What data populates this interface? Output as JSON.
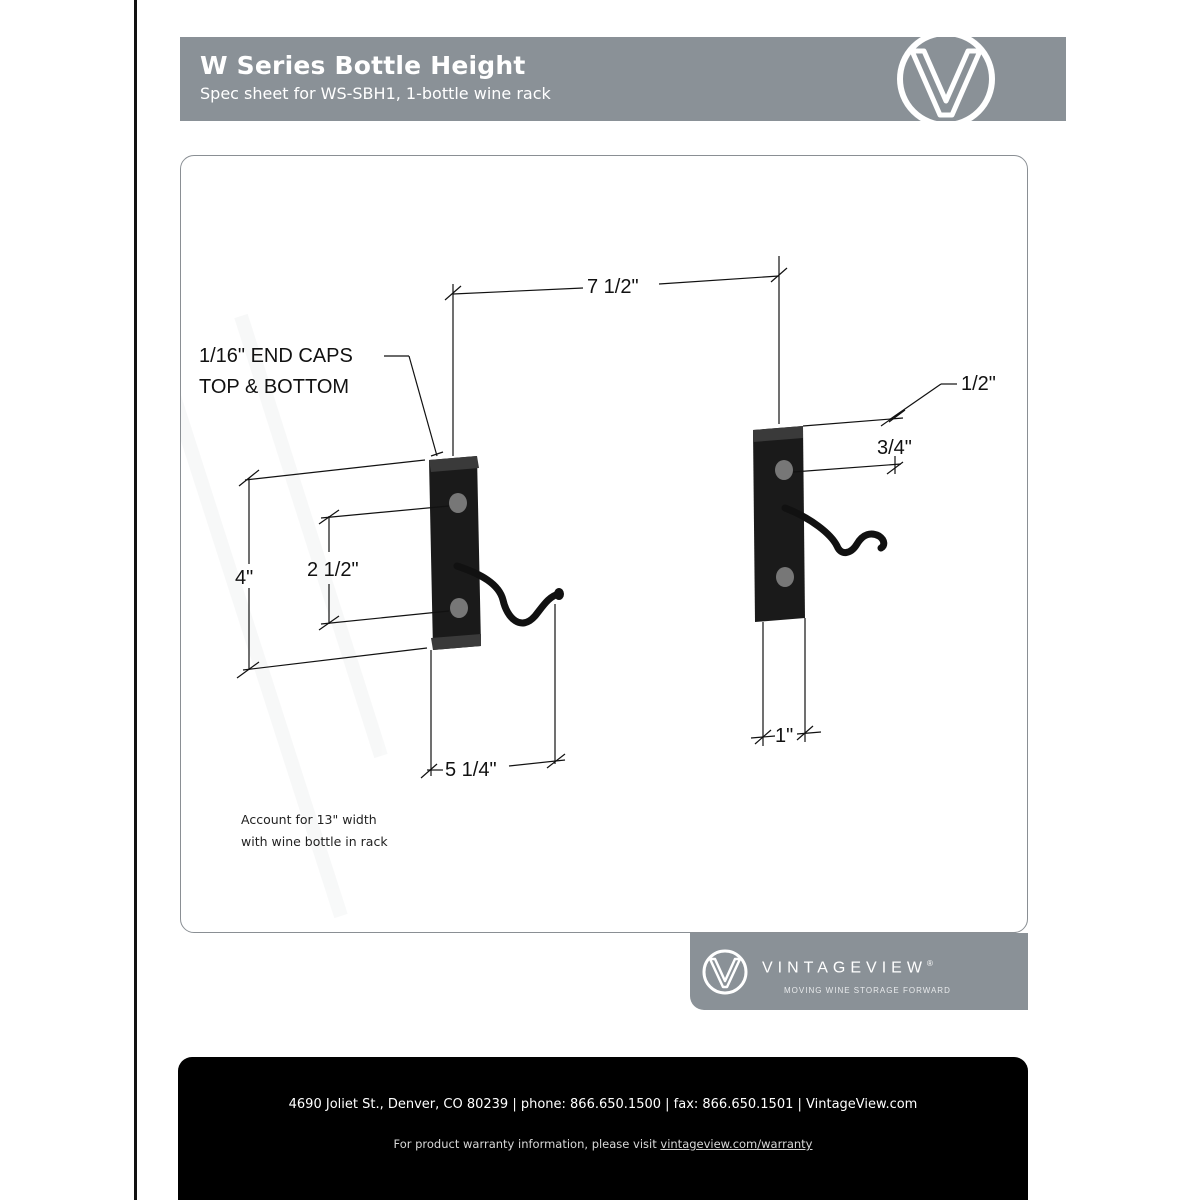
{
  "header": {
    "title": "W Series Bottle Height",
    "subtitle": "Spec sheet for WS-SBH1, 1-bottle wine rack"
  },
  "drawing": {
    "callout_end_caps_line1": "1/16\" END CAPS",
    "callout_end_caps_line2": "TOP & BOTTOM",
    "dim_total_width": "7 1/2\"",
    "dim_height": "4\"",
    "dim_hole_spacing": "2 1/2\"",
    "dim_depth": "5 1/4\"",
    "dim_top_offset": "1/2\"",
    "dim_hole_offset": "3/4\"",
    "dim_width": "1\"",
    "note_line1": "Account for 13\" width",
    "note_line2": "with wine bottle in rack"
  },
  "brand": {
    "name": "VINTAGEVIEW",
    "registered_mark": "®",
    "tagline": "MOVING WINE STORAGE FORWARD"
  },
  "footer": {
    "contact": "4690 Joliet St., Denver, CO 80239 | phone: 866.650.1500 | fax: 866.650.1501 | VintageView.com",
    "warranty_prefix": "For product warranty information, please visit ",
    "warranty_link": "vintageview.com/warranty"
  },
  "colors": {
    "header_gray": "#8a9197",
    "footer_black": "#000000",
    "accent_white": "#ffffff"
  }
}
